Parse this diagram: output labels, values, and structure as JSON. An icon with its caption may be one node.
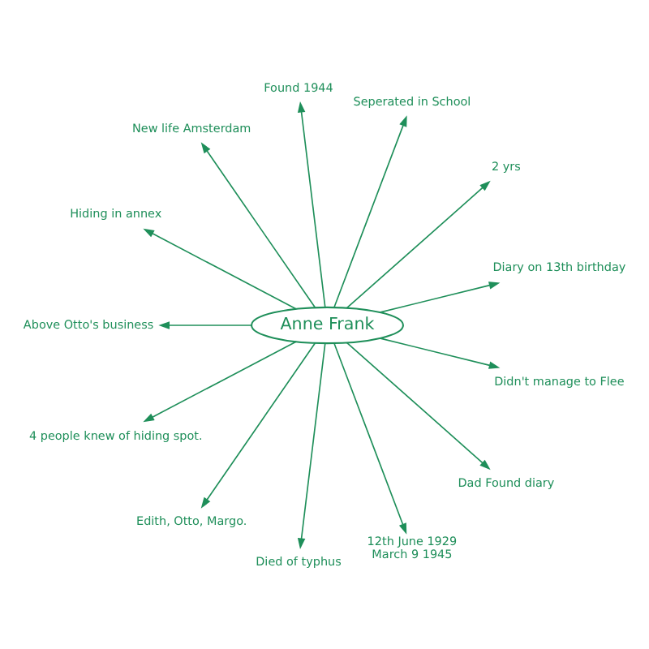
{
  "diagram": {
    "nodes": [
      {
        "text": [
          "Anne Frank"
        ]
      },
      {
        "text": [
          "Diary on 13th birthday"
        ]
      },
      {
        "text": [
          "2 yrs"
        ]
      },
      {
        "text": [
          "Seperated in School"
        ]
      },
      {
        "text": [
          "Found 1944"
        ]
      },
      {
        "text": [
          "New life Amsterdam"
        ]
      },
      {
        "text": [
          "Hiding in annex"
        ]
      },
      {
        "text": [
          "Above Otto's business"
        ]
      },
      {
        "text": [
          "4 people knew of hiding spot."
        ]
      },
      {
        "text": [
          "Edith, Otto, Margo."
        ]
      },
      {
        "text": [
          "Died of typhus"
        ]
      },
      {
        "text": [
          "12th June 1929",
          "March 9 1945"
        ]
      },
      {
        "text": [
          "Dad Found diary"
        ]
      },
      {
        "text": [
          "Didn't manage to Flee"
        ]
      }
    ],
    "edges": [
      {
        "from": 0,
        "to": 1,
        "arrow": "to"
      },
      {
        "from": 0,
        "to": 2,
        "arrow": "to"
      },
      {
        "from": 0,
        "to": 3,
        "arrow": "to"
      },
      {
        "from": 0,
        "to": 4,
        "arrow": "to"
      },
      {
        "from": 0,
        "to": 5,
        "arrow": "to"
      },
      {
        "from": 0,
        "to": 6,
        "arrow": "to"
      },
      {
        "from": 0,
        "to": 7,
        "arrow": "to"
      },
      {
        "from": 0,
        "to": 8,
        "arrow": "to"
      },
      {
        "from": 0,
        "to": 9,
        "arrow": "to"
      },
      {
        "from": 0,
        "to": 10,
        "arrow": "to"
      },
      {
        "from": 0,
        "to": 11,
        "arrow": "to"
      },
      {
        "from": 0,
        "to": 12,
        "arrow": "to"
      },
      {
        "from": 0,
        "to": 13,
        "arrow": "to"
      }
    ]
  }
}
